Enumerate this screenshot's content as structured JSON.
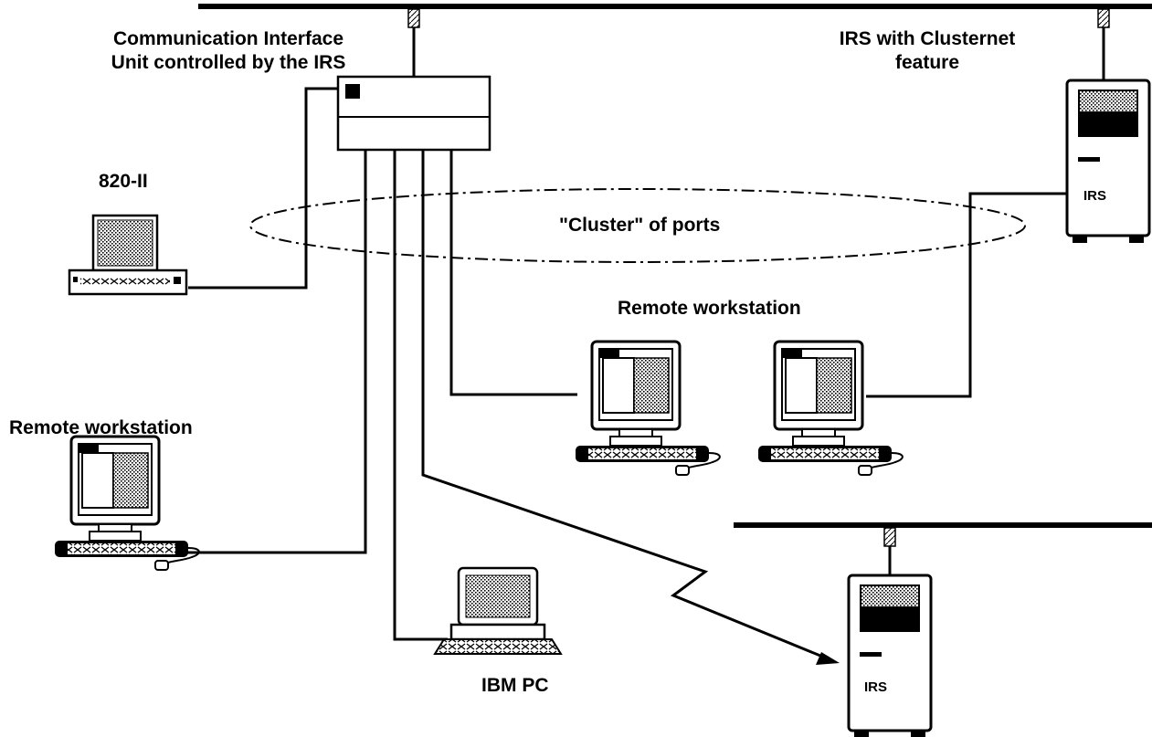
{
  "labels": {
    "ciu_line1": "Communication Interface",
    "ciu_line2": "Unit controlled by the IRS",
    "irs_cluster_line1": "IRS with Clusternet",
    "irs_cluster_line2": "feature",
    "model_820": "820-II",
    "cluster_ports": "\"Cluster\" of ports",
    "remote_ws_center": "Remote workstation",
    "remote_ws_left": "Remote workstation",
    "ibm_pc": "IBM PC",
    "irs_top": "IRS",
    "irs_bottom": "IRS"
  },
  "icons": [
    "communication-interface-unit",
    "irs-server",
    "workstation",
    "ibm-pc",
    "820-II-terminal",
    "network-bus",
    "serial-link"
  ],
  "colors": {
    "line": "#000000",
    "fill": "#ffffff"
  }
}
